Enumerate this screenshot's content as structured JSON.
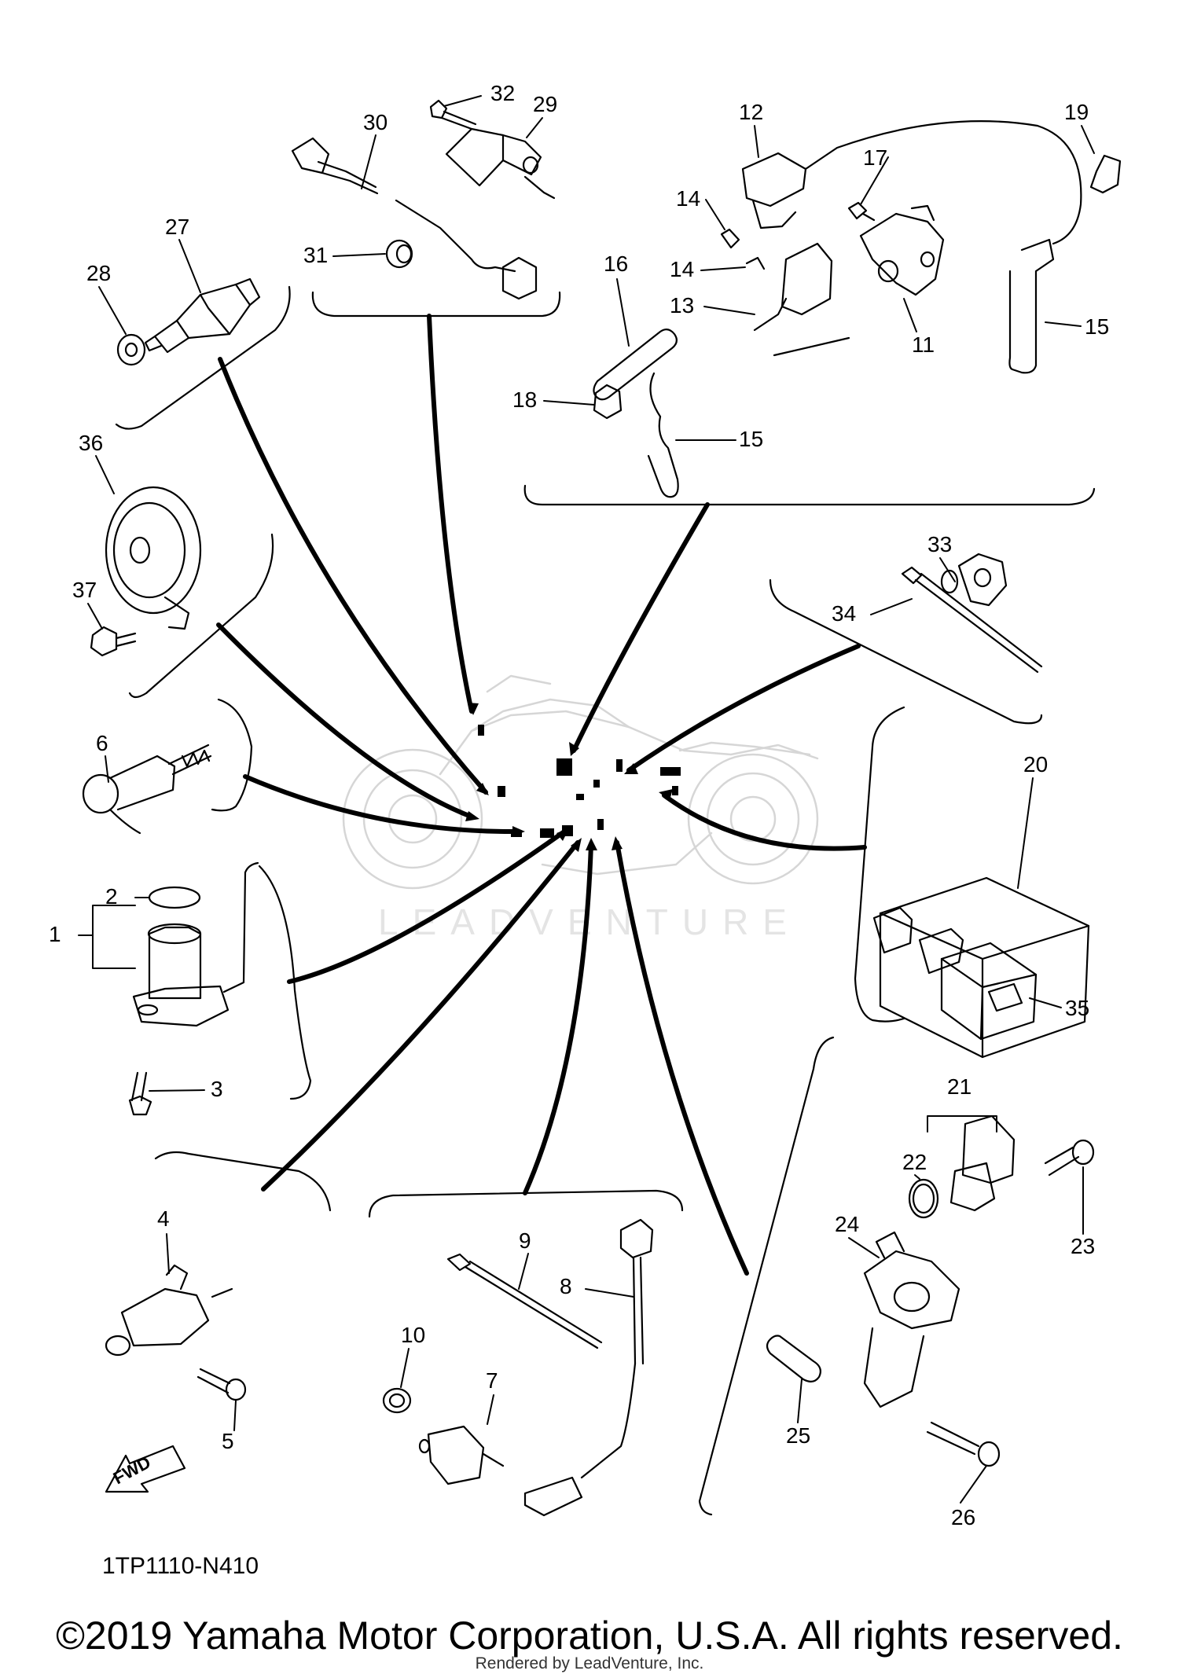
{
  "parts": [
    "1",
    "2",
    "3",
    "4",
    "5",
    "6",
    "7",
    "8",
    "9",
    "10",
    "11",
    "12",
    "13",
    "14",
    "15",
    "16",
    "17",
    "18",
    "19",
    "20",
    "21",
    "22",
    "23",
    "24",
    "25",
    "26",
    "27",
    "28",
    "29",
    "30",
    "31",
    "32",
    "33",
    "34",
    "35",
    "36",
    "37"
  ],
  "labels": {
    "diagram_code": "1TP1110-N410",
    "fwd_arrow": "FWD",
    "copyright": "©2019 Yamaha Motor Corporation, U.S.A. All rights reserved.",
    "rendered_by": "Rendered by LeadVenture, Inc.",
    "watermark": "LEADVENTURE"
  },
  "colors": {
    "line": "#000000",
    "background": "#ffffff",
    "watermark": "#e4e4e4",
    "bike_outline": "#d8d8d8"
  }
}
